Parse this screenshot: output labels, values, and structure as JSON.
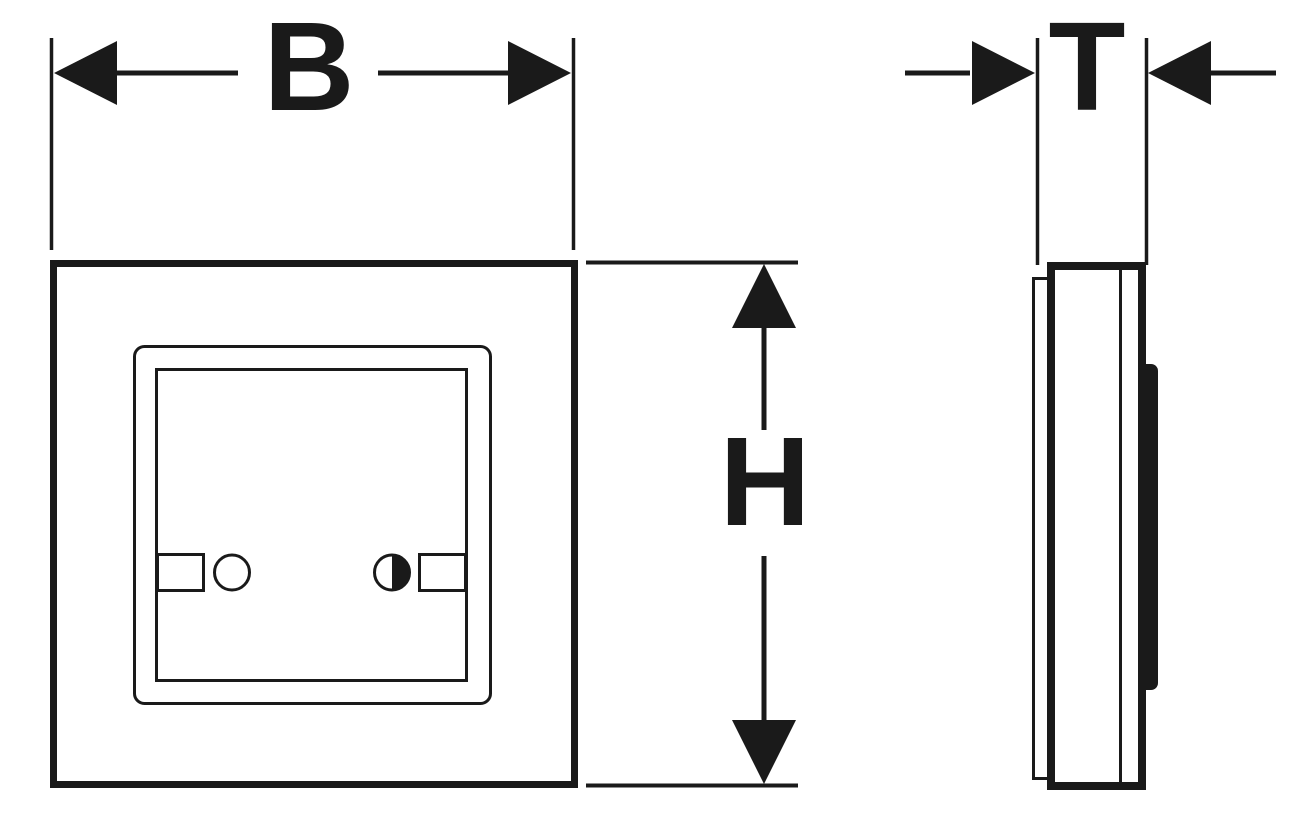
{
  "drawing": {
    "type": "technical-dimension-diagram",
    "dimension_labels": {
      "width": "B",
      "height": "H",
      "thickness": "T"
    }
  },
  "colors": {
    "line": "#1a1a1a",
    "background": "#ffffff",
    "fill_half_circle": "#1a1a1a",
    "clip_ridge": "#1a1a1a"
  }
}
